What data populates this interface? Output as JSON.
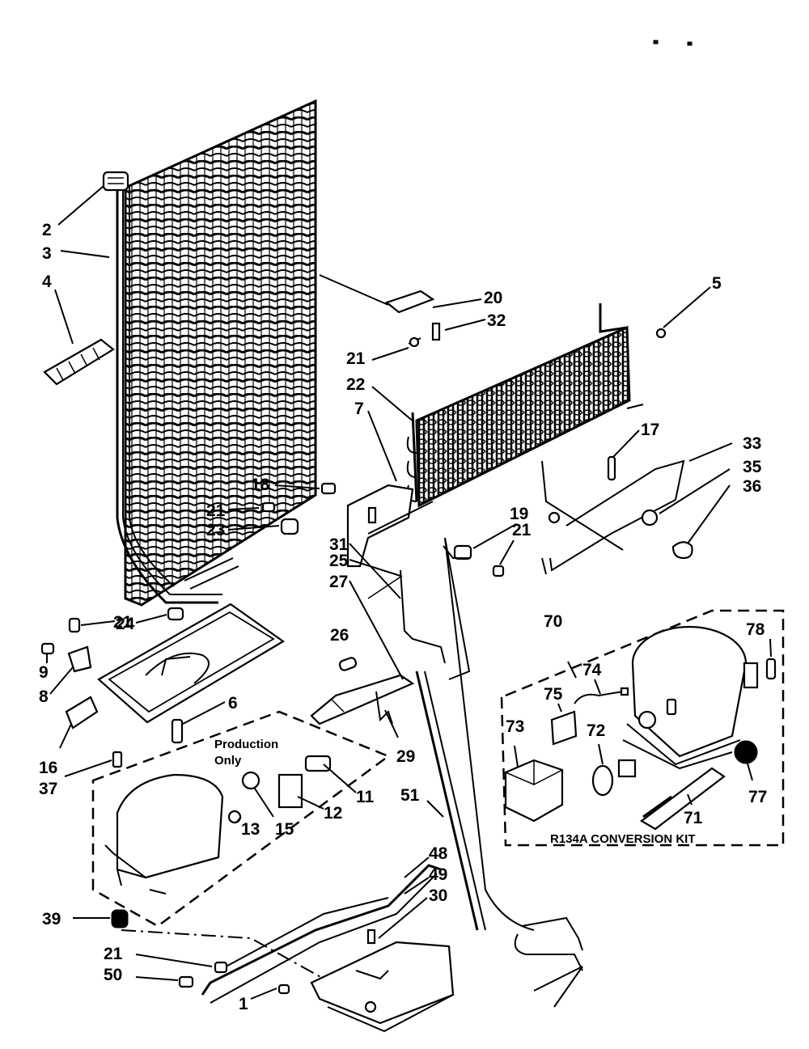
{
  "diagram": {
    "part_labels": {
      "p2": "2",
      "p3": "3",
      "p4": "4",
      "p5": "5",
      "p20": "20",
      "p32": "32",
      "p21a": "21",
      "p22": "22",
      "p7": "7",
      "p17": "17",
      "p33": "33",
      "p35": "35",
      "p36": "36",
      "p18": "18",
      "p21b": "21",
      "p23": "23",
      "p19": "19",
      "p21c": "21",
      "p31": "31",
      "p25": "25",
      "p27": "27",
      "p21d": "21",
      "p24": "24",
      "p26": "26",
      "p9": "9",
      "p8": "8",
      "p6": "6",
      "p29": "29",
      "p16": "16",
      "p37": "37",
      "p11": "11",
      "p12": "12",
      "p15": "15",
      "p13": "13",
      "p51": "51",
      "p48": "48",
      "p49": "49",
      "p30": "30",
      "p39": "39",
      "p21e": "21",
      "p50": "50",
      "p1": "1",
      "p70": "70",
      "p78": "78",
      "p74": "74",
      "p75": "75",
      "p73": "73",
      "p72": "72",
      "p77": "77",
      "p71": "71"
    },
    "production_note_line1": "Production",
    "production_note_line2": "Only",
    "kit_label": "R134A CONVERSION KIT"
  }
}
